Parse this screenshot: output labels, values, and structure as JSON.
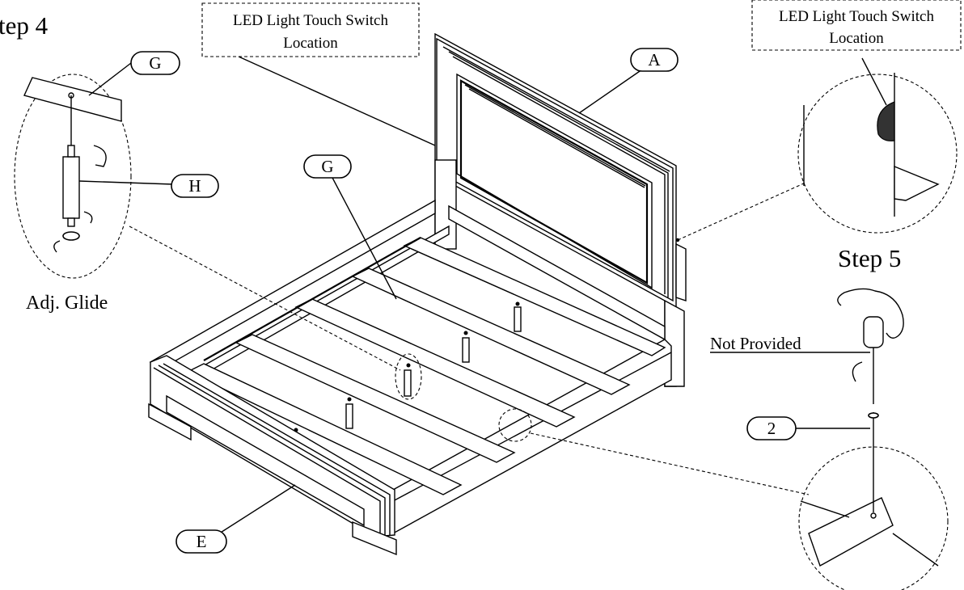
{
  "steps": {
    "step4": "tep 4",
    "step5": "Step 5"
  },
  "parts": {
    "A": "A",
    "E": "E",
    "G_main": "G",
    "G_detail": "G",
    "H": "H",
    "screw": "2"
  },
  "callouts": {
    "led_left_line1": "LED Light Touch Switch",
    "led_left_line2": "Location",
    "led_right_line1": "LED Light Touch Switch",
    "led_right_line2": "Location"
  },
  "notes": {
    "adj_glide": "Adj. Glide",
    "not_provided": "Not Provided"
  },
  "icons": [
    "screwdriver-icon",
    "hand-icon",
    "rotate-arrow-icon",
    "screw-icon",
    "glide-leg-icon"
  ]
}
